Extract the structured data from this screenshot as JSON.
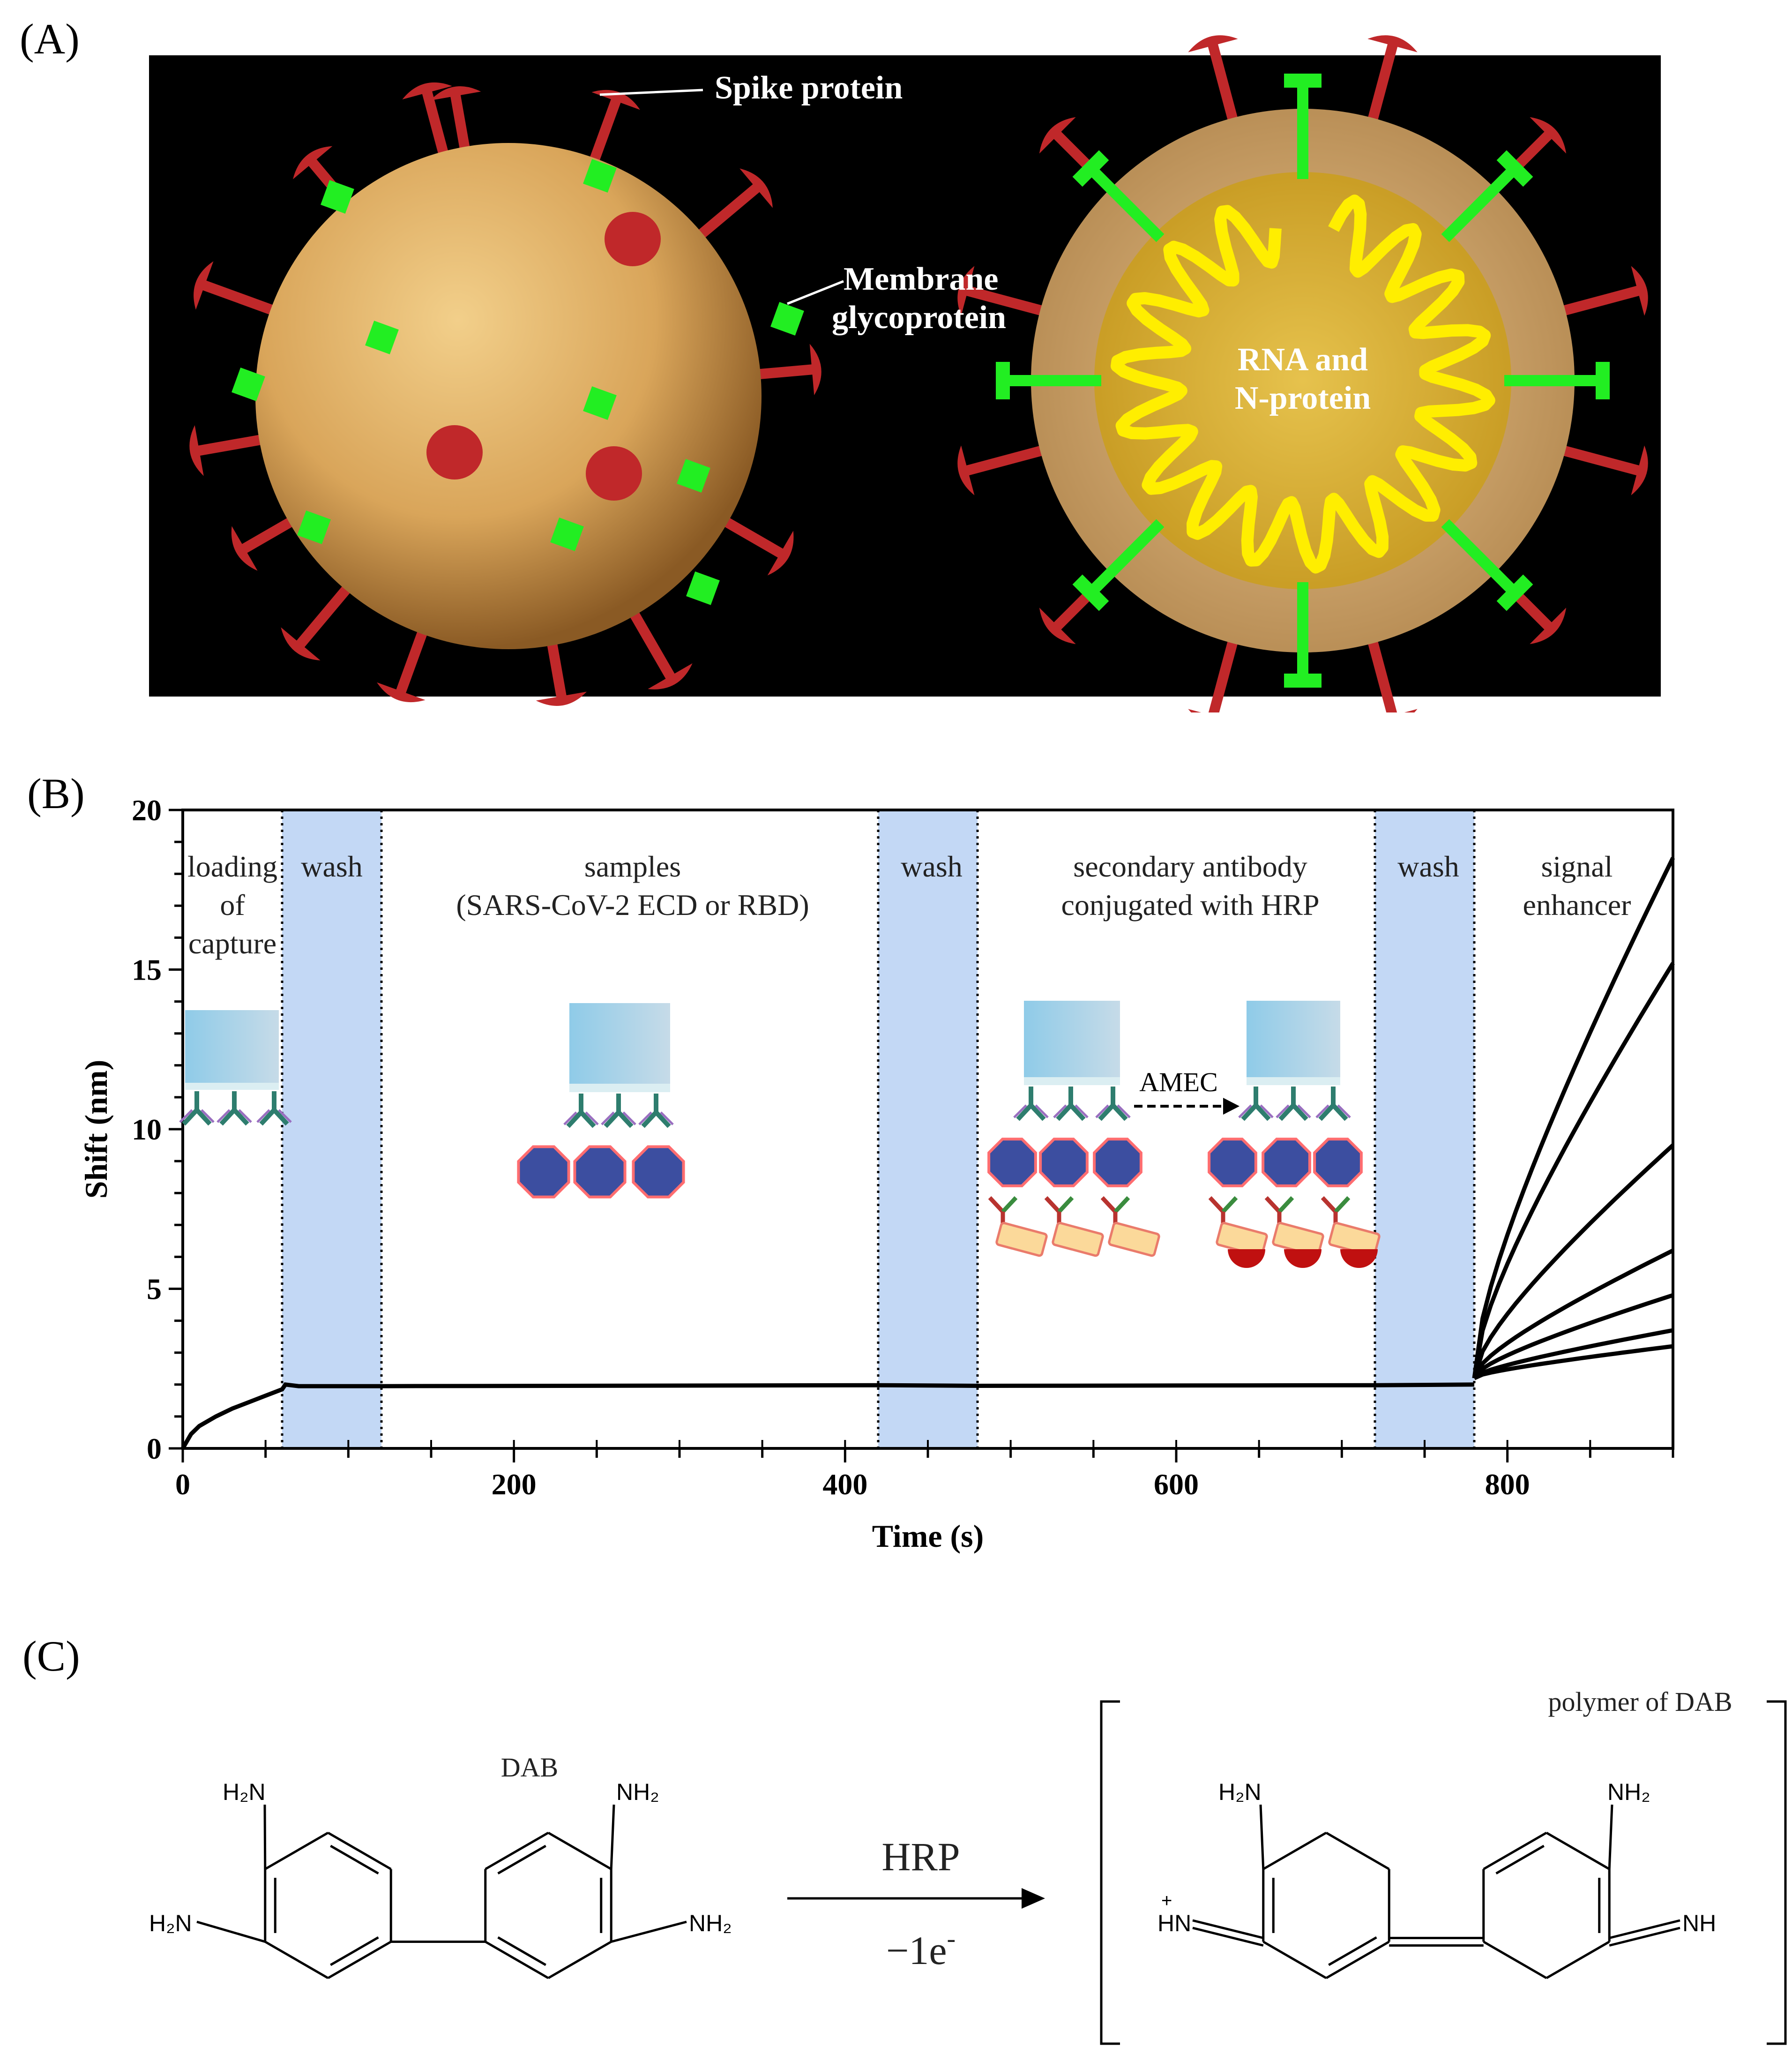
{
  "panels": {
    "a": "(A)",
    "b": "(B)",
    "c": "(C)"
  },
  "panel_a": {
    "spike_label": "Spike protein",
    "membrane_label_1": "Membrane",
    "membrane_label_2": "glycoprotein",
    "rna_label_1": "RNA and",
    "rna_label_2": "N-protein",
    "colors": {
      "background": "#000000",
      "sphere": "#d9a55a",
      "spike": "#c0282a",
      "membrane": "#22ee22",
      "rna": "#ffee00"
    }
  },
  "panel_b": {
    "phase_labels": {
      "loading_1": "loading",
      "loading_2": "of",
      "loading_3": "capture",
      "wash_1": "wash",
      "samples_1": "samples",
      "samples_2": "(SARS-CoV-2 ECD or RBD)",
      "wash_2": "wash",
      "secondary_1": "secondary antibody",
      "secondary_2": "conjugated with HRP",
      "wash_3": "wash",
      "signal_1": "signal",
      "signal_2": "enhancer"
    },
    "amec_label": "AMEC",
    "colors": {
      "wash_band": "#c3d8f5",
      "line": "#000000"
    }
  },
  "chart_data": {
    "type": "line",
    "xlabel": "Time (s)",
    "ylabel": "Shift (nm)",
    "xlim": [
      0,
      900
    ],
    "ylim": [
      0,
      20
    ],
    "xticks": [
      0,
      200,
      400,
      600,
      800
    ],
    "yticks": [
      0,
      5,
      10,
      15,
      20
    ],
    "wash_intervals": [
      [
        60,
        120
      ],
      [
        420,
        480
      ],
      [
        720,
        780
      ]
    ],
    "phase_boundaries": [
      60,
      120,
      420,
      480,
      720,
      780
    ],
    "baseline": {
      "x": [
        0,
        5,
        10,
        20,
        30,
        40,
        50,
        60,
        62,
        70,
        120,
        420,
        480,
        720,
        780
      ],
      "y": [
        0,
        0.45,
        0.7,
        1.0,
        1.25,
        1.45,
        1.65,
        1.85,
        2.0,
        1.95,
        1.95,
        1.98,
        1.96,
        1.98,
        2.0
      ]
    },
    "series": [
      {
        "x": [
          780,
          900
        ],
        "y": [
          2.2,
          18.5
        ]
      },
      {
        "x": [
          780,
          900
        ],
        "y": [
          2.2,
          15.2
        ]
      },
      {
        "x": [
          780,
          900
        ],
        "y": [
          2.2,
          9.5
        ]
      },
      {
        "x": [
          780,
          900
        ],
        "y": [
          2.2,
          6.2
        ]
      },
      {
        "x": [
          780,
          900
        ],
        "y": [
          2.2,
          4.8
        ]
      },
      {
        "x": [
          780,
          900
        ],
        "y": [
          2.2,
          3.7
        ]
      },
      {
        "x": [
          780,
          900
        ],
        "y": [
          2.2,
          3.2
        ]
      }
    ]
  },
  "panel_c": {
    "dab_label": "DAB",
    "polymer_label": "polymer of DAB",
    "hrp_label": "HRP",
    "electron_label": "−1e",
    "electron_sup": "-",
    "group_labels": {
      "h2n": "H₂N",
      "nh2": "NH₂",
      "hn_plus": "HN",
      "nh": "NH",
      "plus": "+"
    }
  }
}
